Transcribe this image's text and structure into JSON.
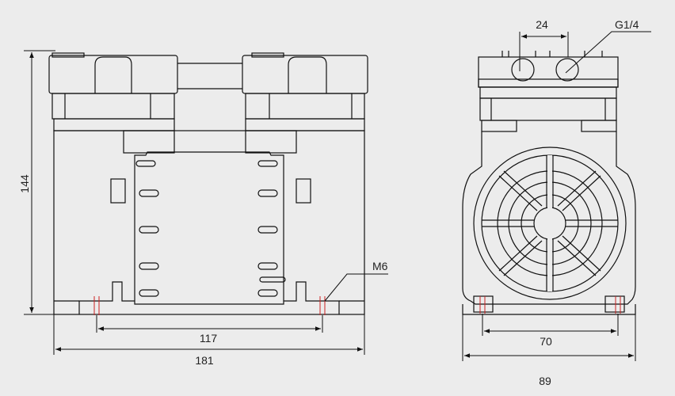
{
  "views": {
    "front": {
      "height_label": "144",
      "width_label": "181",
      "hole_spacing_label": "117",
      "thread_label": "M6"
    },
    "side": {
      "port_spacing_label": "24",
      "port_thread_label": "G1/4",
      "hole_spacing_label": "70",
      "width_label": "89"
    }
  },
  "colors": {
    "line": "#111111",
    "background": "#ececec",
    "hole_centerline": "#cc2222"
  }
}
